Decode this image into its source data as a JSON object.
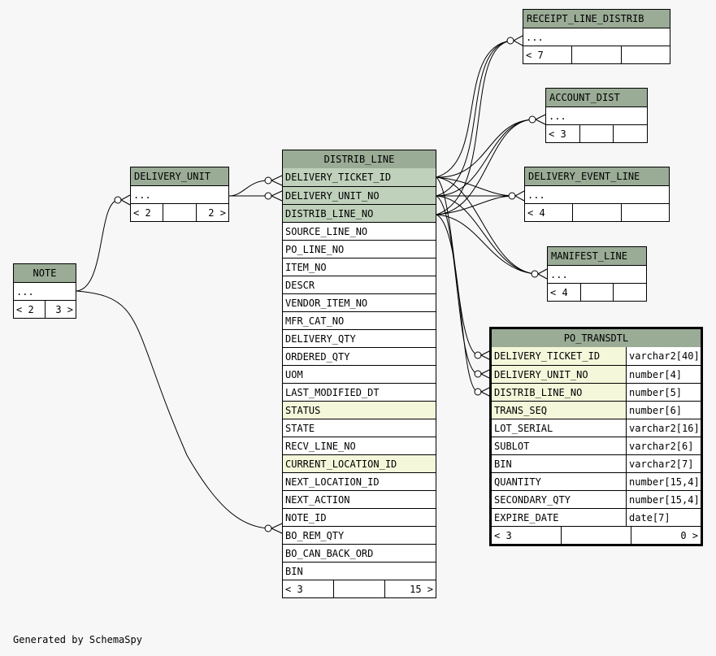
{
  "footer": "Generated by SchemaSpy",
  "tables": {
    "receipt_line_distrib": {
      "name": "RECEIPT_LINE_DISTRIB",
      "ellipsis": "...",
      "parents": "< 7"
    },
    "account_dist": {
      "name": "ACCOUNT_DIST",
      "ellipsis": "...",
      "parents": "< 3"
    },
    "delivery_event_line": {
      "name": "DELIVERY_EVENT_LINE",
      "ellipsis": "...",
      "parents": "< 4"
    },
    "manifest_line": {
      "name": "MANIFEST_LINE",
      "ellipsis": "...",
      "parents": "< 4"
    },
    "delivery_unit": {
      "name": "DELIVERY_UNIT",
      "ellipsis": "...",
      "parents": "< 2",
      "children": "2 >"
    },
    "note": {
      "name": "NOTE",
      "ellipsis": "...",
      "parents": "< 2",
      "children": "3 >"
    },
    "distrib_line": {
      "name": "DISTRIB_LINE",
      "columns": [
        "DELIVERY_TICKET_ID",
        "DELIVERY_UNIT_NO",
        "DISTRIB_LINE_NO",
        "SOURCE_LINE_NO",
        "PO_LINE_NO",
        "ITEM_NO",
        "DESCR",
        "VENDOR_ITEM_NO",
        "MFR_CAT_NO",
        "DELIVERY_QTY",
        "ORDERED_QTY",
        "UOM",
        "LAST_MODIFIED_DT",
        "STATUS",
        "STATE",
        "RECV_LINE_NO",
        "CURRENT_LOCATION_ID",
        "NEXT_LOCATION_ID",
        "NEXT_ACTION",
        "NOTE_ID",
        "BO_REM_QTY",
        "BO_CAN_BACK_ORD",
        "BIN"
      ],
      "parents": "< 3",
      "children": "15 >"
    },
    "po_transdtl": {
      "name": "PO_TRANSDTL",
      "columns": [
        {
          "name": "DELIVERY_TICKET_ID",
          "type": "varchar2[40]"
        },
        {
          "name": "DELIVERY_UNIT_NO",
          "type": "number[4]"
        },
        {
          "name": "DISTRIB_LINE_NO",
          "type": "number[5]"
        },
        {
          "name": "TRANS_SEQ",
          "type": "number[6]"
        },
        {
          "name": "LOT_SERIAL",
          "type": "varchar2[16]"
        },
        {
          "name": "SUBLOT",
          "type": "varchar2[6]"
        },
        {
          "name": "BIN",
          "type": "varchar2[7]"
        },
        {
          "name": "QUANTITY",
          "type": "number[15,4]"
        },
        {
          "name": "SECONDARY_QTY",
          "type": "number[15,4]"
        },
        {
          "name": "EXPIRE_DATE",
          "type": "date[7]"
        }
      ],
      "parents": "< 3",
      "children": "0 >"
    }
  }
}
